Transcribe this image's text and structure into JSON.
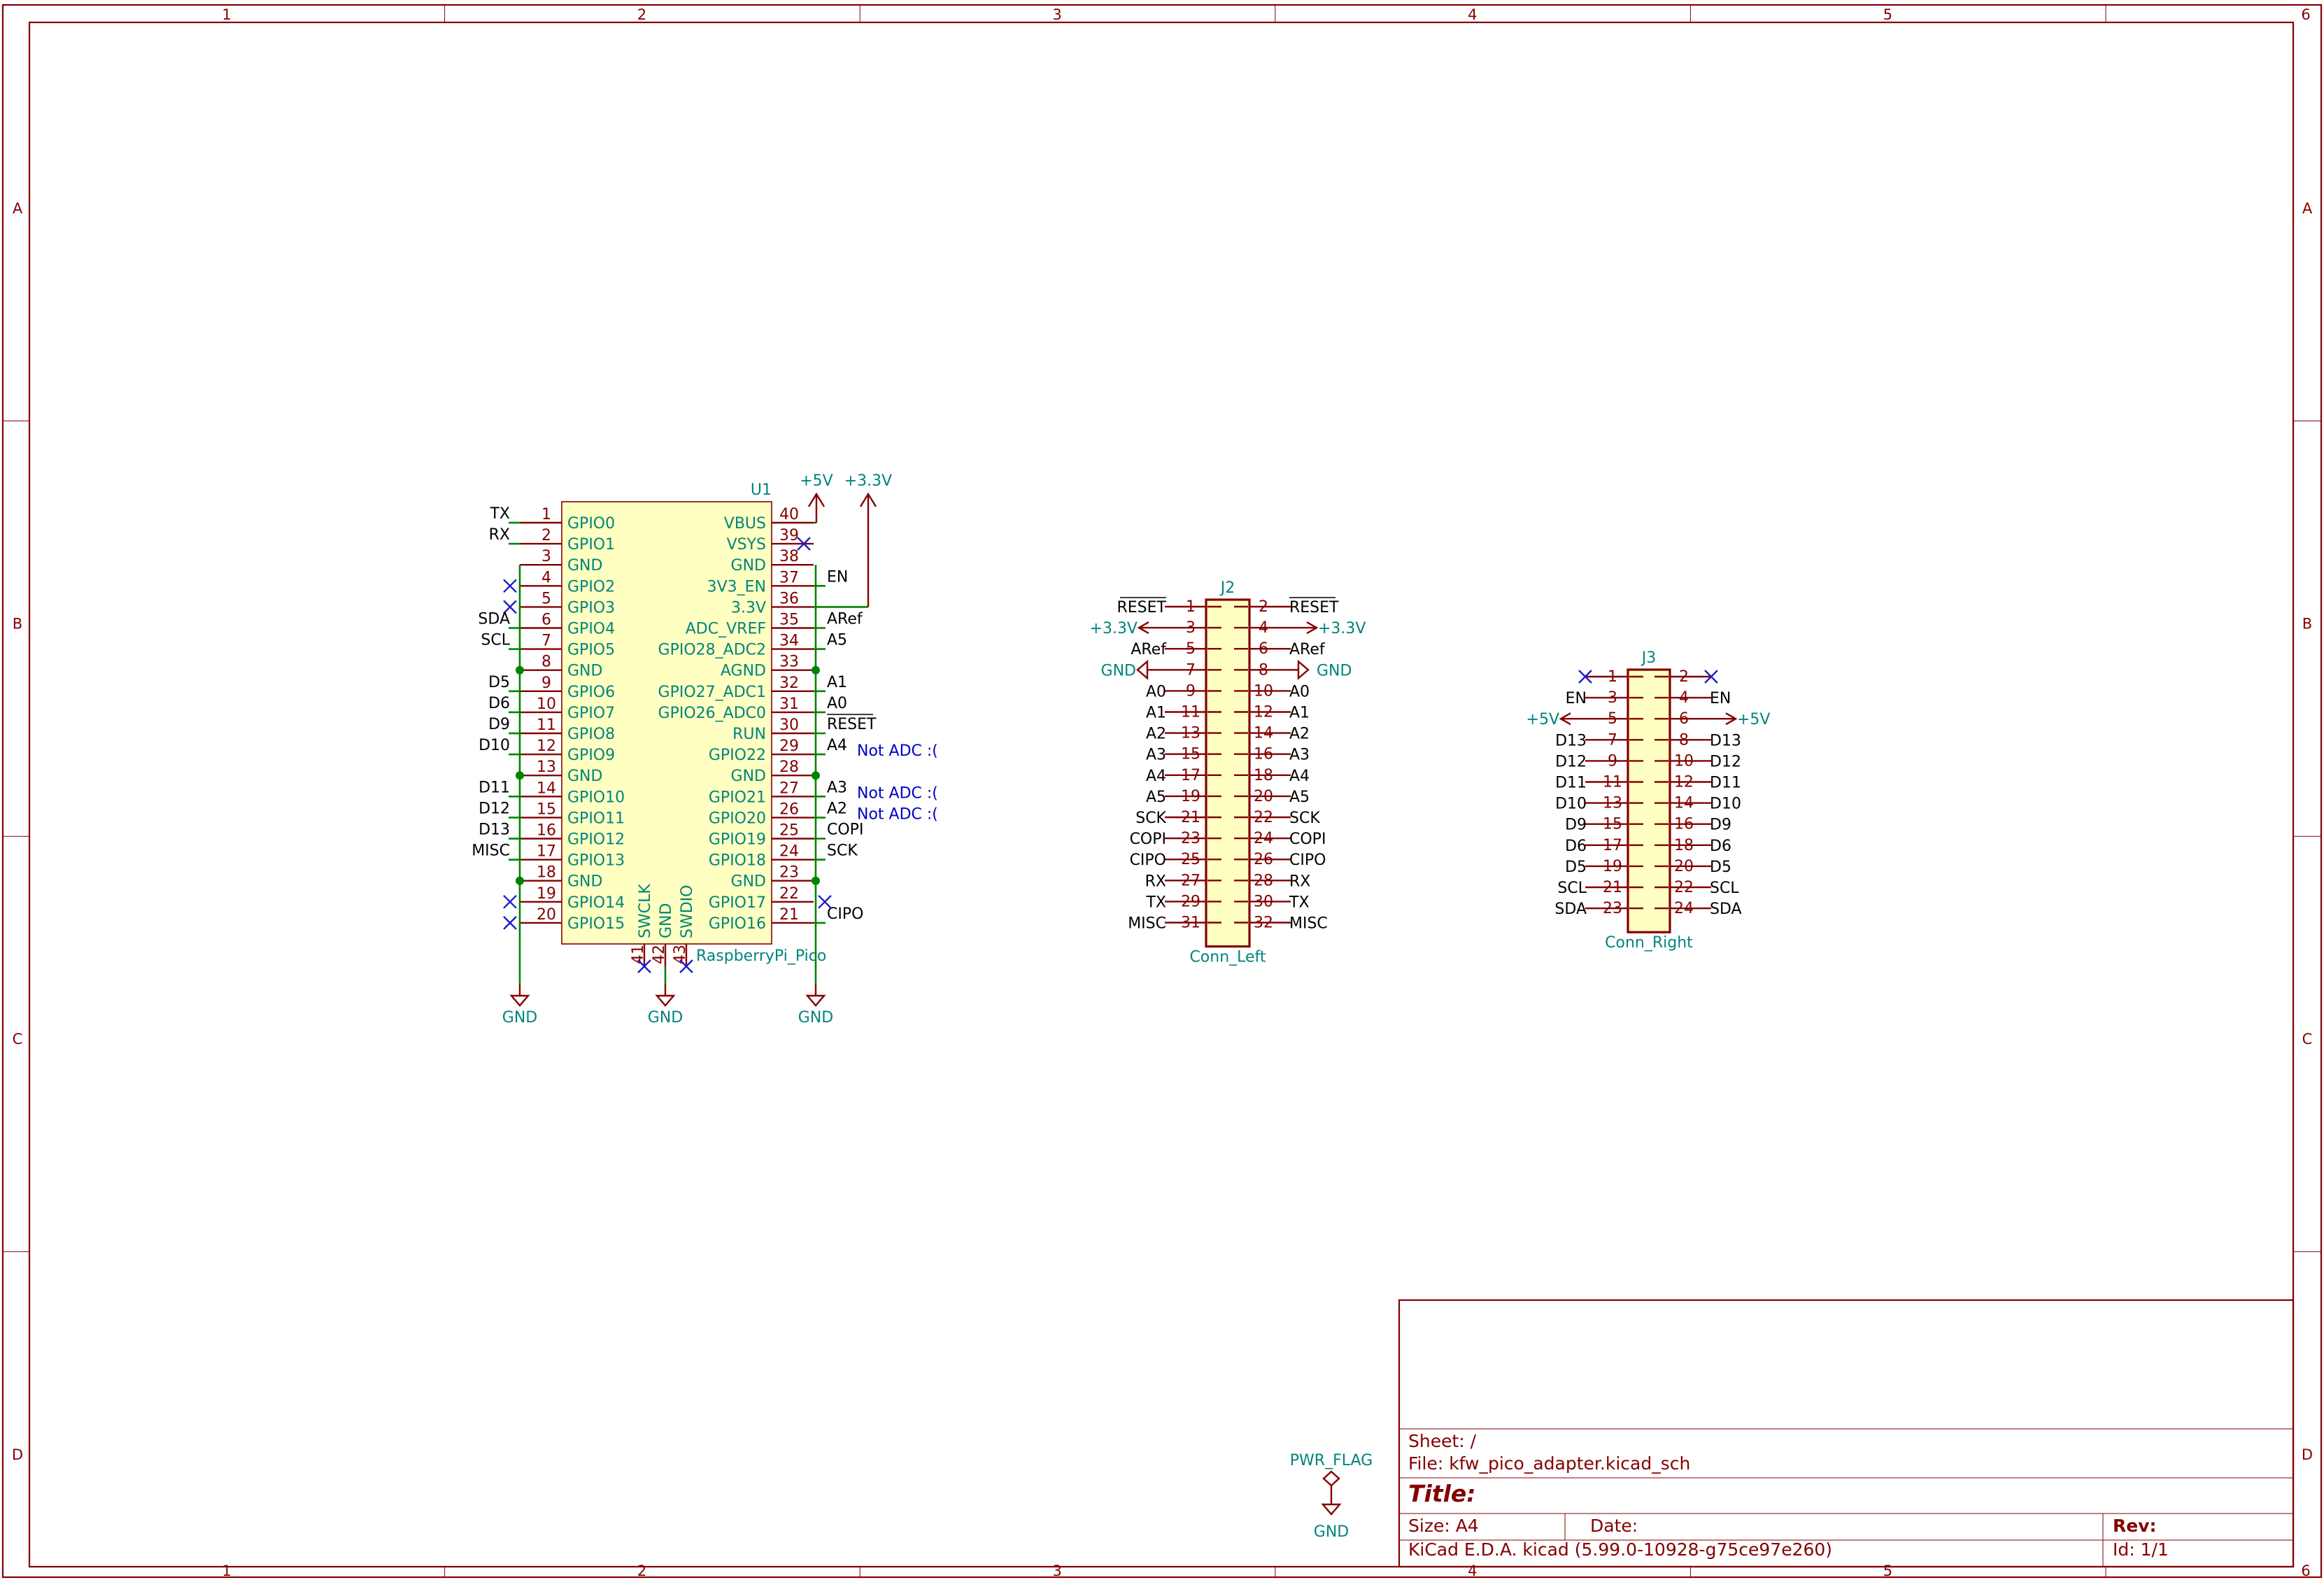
{
  "frame": {
    "columns": [
      "1",
      "2",
      "3",
      "4",
      "5",
      "6"
    ],
    "rows": [
      "A",
      "B",
      "C",
      "D"
    ]
  },
  "colors": {
    "border": "#840000",
    "wire": "#008400",
    "pin_text": "#00847e",
    "body_fill": "#ffffc2",
    "no_connect": "#1e1ec8",
    "note": "#0000c2"
  },
  "u1": {
    "ref": "U1",
    "value": "RaspberryPi_Pico",
    "left_pins": [
      {
        "num": "1",
        "name": "GPIO0",
        "net": "TX"
      },
      {
        "num": "2",
        "name": "GPIO1",
        "net": "RX"
      },
      {
        "num": "3",
        "name": "GND",
        "net": ""
      },
      {
        "num": "4",
        "name": "GPIO2",
        "net": ""
      },
      {
        "num": "5",
        "name": "GPIO3",
        "net": ""
      },
      {
        "num": "6",
        "name": "GPIO4",
        "net": "SDA"
      },
      {
        "num": "7",
        "name": "GPIO5",
        "net": "SCL"
      },
      {
        "num": "8",
        "name": "GND",
        "net": ""
      },
      {
        "num": "9",
        "name": "GPIO6",
        "net": "D5"
      },
      {
        "num": "10",
        "name": "GPIO7",
        "net": "D6"
      },
      {
        "num": "11",
        "name": "GPIO8",
        "net": "D9"
      },
      {
        "num": "12",
        "name": "GPIO9",
        "net": "D10"
      },
      {
        "num": "13",
        "name": "GND",
        "net": ""
      },
      {
        "num": "14",
        "name": "GPIO10",
        "net": "D11"
      },
      {
        "num": "15",
        "name": "GPIO11",
        "net": "D12"
      },
      {
        "num": "16",
        "name": "GPIO12",
        "net": "D13"
      },
      {
        "num": "17",
        "name": "GPIO13",
        "net": "MISC"
      },
      {
        "num": "18",
        "name": "GND",
        "net": ""
      },
      {
        "num": "19",
        "name": "GPIO14",
        "net": ""
      },
      {
        "num": "20",
        "name": "GPIO15",
        "net": ""
      }
    ],
    "right_pins": [
      {
        "num": "40",
        "name": "VBUS",
        "net": ""
      },
      {
        "num": "39",
        "name": "VSYS",
        "net": ""
      },
      {
        "num": "38",
        "name": "GND",
        "net": ""
      },
      {
        "num": "37",
        "name": "3V3_EN",
        "net": "EN"
      },
      {
        "num": "36",
        "name": "3.3V",
        "net": ""
      },
      {
        "num": "35",
        "name": "ADC_VREF",
        "net": "ARef"
      },
      {
        "num": "34",
        "name": "GPIO28_ADC2",
        "net": "A5"
      },
      {
        "num": "33",
        "name": "AGND",
        "net": ""
      },
      {
        "num": "32",
        "name": "GPIO27_ADC1",
        "net": "A1"
      },
      {
        "num": "31",
        "name": "GPIO26_ADC0",
        "net": "A0"
      },
      {
        "num": "30",
        "name": "RUN",
        "net": "RESET"
      },
      {
        "num": "29",
        "name": "GPIO22",
        "net": "A4"
      },
      {
        "num": "28",
        "name": "GND",
        "net": ""
      },
      {
        "num": "27",
        "name": "GPIO21",
        "net": "A3"
      },
      {
        "num": "26",
        "name": "GPIO20",
        "net": "A2"
      },
      {
        "num": "25",
        "name": "GPIO19",
        "net": "COPI"
      },
      {
        "num": "24",
        "name": "GPIO18",
        "net": "SCK"
      },
      {
        "num": "23",
        "name": "GND",
        "net": ""
      },
      {
        "num": "22",
        "name": "GPIO17",
        "net": ""
      },
      {
        "num": "21",
        "name": "GPIO16",
        "net": "CIPO"
      }
    ],
    "bottom_pins": [
      {
        "num": "41",
        "name": "SWCLK"
      },
      {
        "num": "42",
        "name": "GND"
      },
      {
        "num": "43",
        "name": "SWDIO"
      }
    ],
    "notes": [
      "Not ADC :(",
      "Not ADC :(",
      "Not ADC :("
    ]
  },
  "j2": {
    "ref": "J2",
    "value": "Conn_Left",
    "rows": [
      {
        "ln": "1",
        "lnet": "RESET",
        "rn": "2",
        "rnet": "RESET"
      },
      {
        "ln": "3",
        "lnet": "",
        "rn": "4",
        "rnet": ""
      },
      {
        "ln": "5",
        "lnet": "ARef",
        "rn": "6",
        "rnet": "ARef"
      },
      {
        "ln": "7",
        "lnet": "",
        "rn": "8",
        "rnet": ""
      },
      {
        "ln": "9",
        "lnet": "A0",
        "rn": "10",
        "rnet": "A0"
      },
      {
        "ln": "11",
        "lnet": "A1",
        "rn": "12",
        "rnet": "A1"
      },
      {
        "ln": "13",
        "lnet": "A2",
        "rn": "14",
        "rnet": "A2"
      },
      {
        "ln": "15",
        "lnet": "A3",
        "rn": "16",
        "rnet": "A3"
      },
      {
        "ln": "17",
        "lnet": "A4",
        "rn": "18",
        "rnet": "A4"
      },
      {
        "ln": "19",
        "lnet": "A5",
        "rn": "20",
        "rnet": "A5"
      },
      {
        "ln": "21",
        "lnet": "SCK",
        "rn": "22",
        "rnet": "SCK"
      },
      {
        "ln": "23",
        "lnet": "COPI",
        "rn": "24",
        "rnet": "COPI"
      },
      {
        "ln": "25",
        "lnet": "CIPO",
        "rn": "26",
        "rnet": "CIPO"
      },
      {
        "ln": "27",
        "lnet": "RX",
        "rn": "28",
        "rnet": "RX"
      },
      {
        "ln": "29",
        "lnet": "TX",
        "rn": "30",
        "rnet": "TX"
      },
      {
        "ln": "31",
        "lnet": "MISC",
        "rn": "32",
        "rnet": "MISC"
      }
    ]
  },
  "j3": {
    "ref": "J3",
    "value": "Conn_Right",
    "rows": [
      {
        "ln": "1",
        "lnet": "",
        "rn": "2",
        "rnet": ""
      },
      {
        "ln": "3",
        "lnet": "EN",
        "rn": "4",
        "rnet": "EN"
      },
      {
        "ln": "5",
        "lnet": "",
        "rn": "6",
        "rnet": ""
      },
      {
        "ln": "7",
        "lnet": "D13",
        "rn": "8",
        "rnet": "D13"
      },
      {
        "ln": "9",
        "lnet": "D12",
        "rn": "10",
        "rnet": "D12"
      },
      {
        "ln": "11",
        "lnet": "D11",
        "rn": "12",
        "rnet": "D11"
      },
      {
        "ln": "13",
        "lnet": "D10",
        "rn": "14",
        "rnet": "D10"
      },
      {
        "ln": "15",
        "lnet": "D9",
        "rn": "16",
        "rnet": "D9"
      },
      {
        "ln": "17",
        "lnet": "D6",
        "rn": "18",
        "rnet": "D6"
      },
      {
        "ln": "19",
        "lnet": "D5",
        "rn": "20",
        "rnet": "D5"
      },
      {
        "ln": "21",
        "lnet": "SCL",
        "rn": "22",
        "rnet": "SCL"
      },
      {
        "ln": "23",
        "lnet": "SDA",
        "rn": "24",
        "rnet": "SDA"
      }
    ]
  },
  "power": {
    "p5v": "+5V",
    "p3v3": "+3.3V",
    "gnd": "GND",
    "pwr_flag": "PWR_FLAG"
  },
  "title_block": {
    "sheet": "Sheet: /",
    "file": "File: kfw_pico_adapter.kicad_sch",
    "title": "Title:",
    "size": "Size: A4",
    "date": "Date:",
    "rev": "Rev:",
    "tool": "KiCad E.D.A.  kicad (5.99.0-10928-g75ce97e260)",
    "id": "Id: 1/1"
  }
}
